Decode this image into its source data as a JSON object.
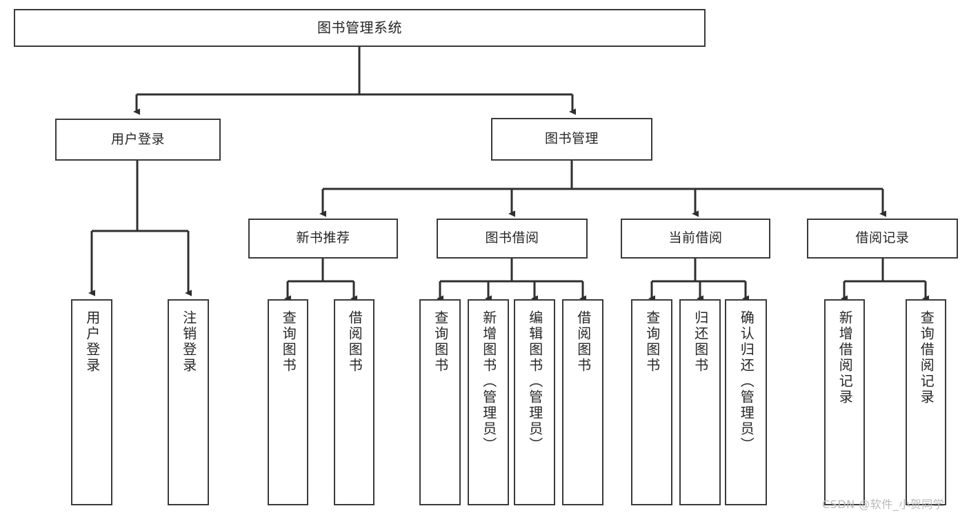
{
  "diagram": {
    "title": "图书管理系统",
    "type": "tree-hierarchy-chart",
    "root": {
      "label": "图书管理系统"
    },
    "level1": [
      {
        "label": "用户登录"
      },
      {
        "label": "图书管理"
      }
    ],
    "level2": [
      {
        "label": "新书推荐"
      },
      {
        "label": "图书借阅"
      },
      {
        "label": "当前借阅"
      },
      {
        "label": "借阅记录"
      }
    ],
    "leaves": {
      "user_login": [
        {
          "label": "用户登录"
        },
        {
          "label": "注销登录"
        }
      ],
      "new_book_recommend": [
        {
          "label": "查询图书"
        },
        {
          "label": "借阅图书"
        }
      ],
      "book_borrow": [
        {
          "label": "查询图书"
        },
        {
          "label": "新增图书（管理员）"
        },
        {
          "label": "编辑图书（管理员）"
        },
        {
          "label": "借阅图书"
        }
      ],
      "current_borrow": [
        {
          "label": "查询图书"
        },
        {
          "label": "归还图书"
        },
        {
          "label": "确认归还（管理员）"
        }
      ],
      "borrow_record": [
        {
          "label": "新增借阅记录"
        },
        {
          "label": "查询借阅记录"
        }
      ]
    }
  },
  "watermark": {
    "text": "CSDN @软件_小贺同学"
  },
  "colors": {
    "box_border": "#3a3a3a",
    "connector": "#2f2f2f",
    "background": "#ffffff",
    "text": "#262626",
    "watermark": "#b9b9b9"
  }
}
